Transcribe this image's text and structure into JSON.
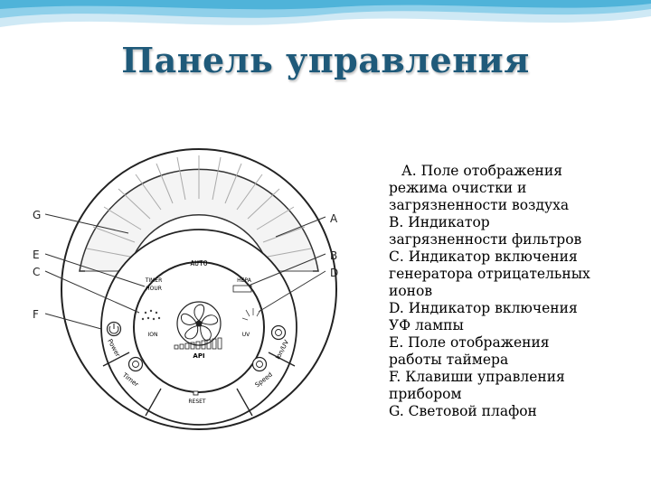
{
  "title": "Панель управления",
  "colors": {
    "title": "#1f5a7a",
    "wave_light": "#cfe9f5",
    "wave_mid": "#8fd0ea",
    "wave_dark": "#4fb3d9"
  },
  "legend": {
    "lines": [
      "А. Поле отображения",
      "режима очистки и",
      "загрязненности воздуха",
      "В. Индикатор",
      "загрязненности фильтров",
      "С. Индикатор включения",
      "генератора отрицательных",
      "ионов",
      "D. Индикатор включения",
      "УФ лампы",
      "Е. Поле отображения",
      "работы таймера",
      "F. Клавиши управления",
      "прибором",
      "G. Световой плафон"
    ]
  },
  "diagram": {
    "callouts": {
      "g": "G",
      "e": "E",
      "c": "C",
      "f": "F",
      "a": "A",
      "b": "B",
      "d": "D"
    },
    "display": {
      "auto": "AUTO",
      "timer": "TIMER",
      "hour": "HOUR",
      "hepa": "HEPA",
      "ion": "ION",
      "uv": "UV",
      "api": "API"
    },
    "buttons": {
      "power": "Power",
      "timer": "Timer",
      "reset": "RESET",
      "speed": "Speed",
      "ion_uv": "Ion/UV"
    }
  }
}
